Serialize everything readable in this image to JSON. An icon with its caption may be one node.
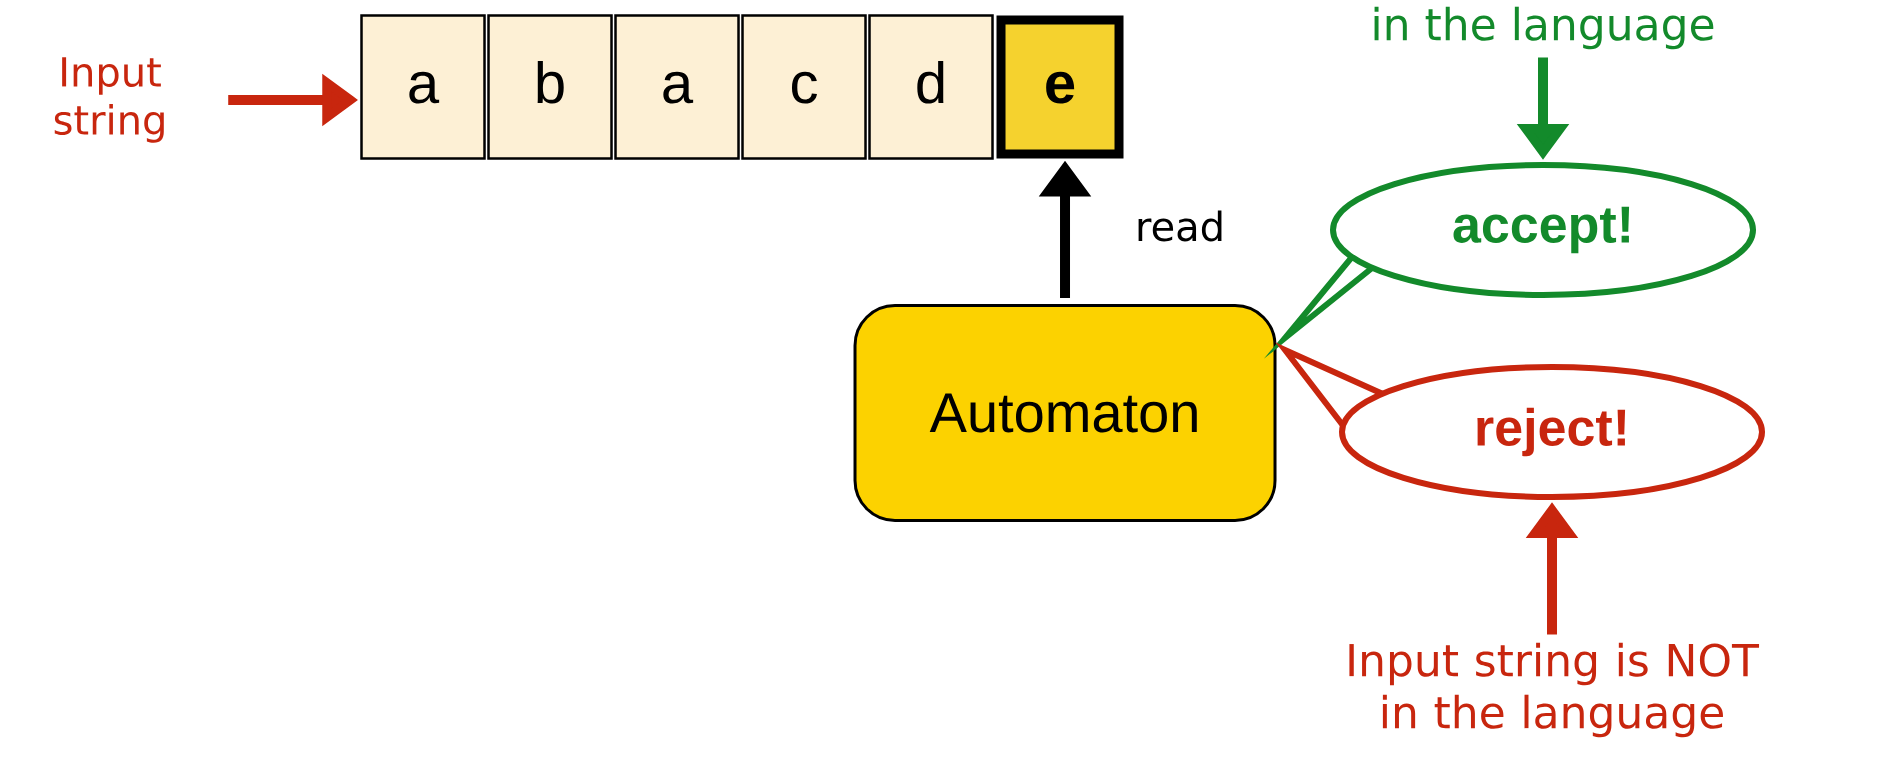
{
  "diagram": {
    "nodes": [
      {
        "text": [
          "Input string"
        ]
      },
      {
        "text": [
          "a"
        ]
      },
      {
        "text": [
          "b"
        ]
      },
      {
        "text": [
          "a"
        ]
      },
      {
        "text": [
          "c"
        ]
      },
      {
        "text": [
          "d"
        ]
      },
      {
        "text": [
          "e"
        ]
      },
      {
        "text": [
          "Automaton"
        ]
      },
      {
        "text": [
          "accept!"
        ]
      },
      {
        "text": [
          "reject!"
        ]
      },
      {
        "text": [
          "in the language"
        ]
      },
      {
        "text": [
          "Input string is NOT in the language"
        ]
      }
    ],
    "edges": [
      {
        "from": 0,
        "to": 1,
        "arrow": "to",
        "color": "#c8260e"
      },
      {
        "from": 7,
        "to": 6,
        "arrow": "to",
        "label": "read",
        "color": "#000000"
      },
      {
        "from": 10,
        "to": 8,
        "arrow": "to",
        "color": "#138a2b"
      },
      {
        "from": 11,
        "to": 9,
        "arrow": "to",
        "color": "#c8260e"
      }
    ]
  }
}
